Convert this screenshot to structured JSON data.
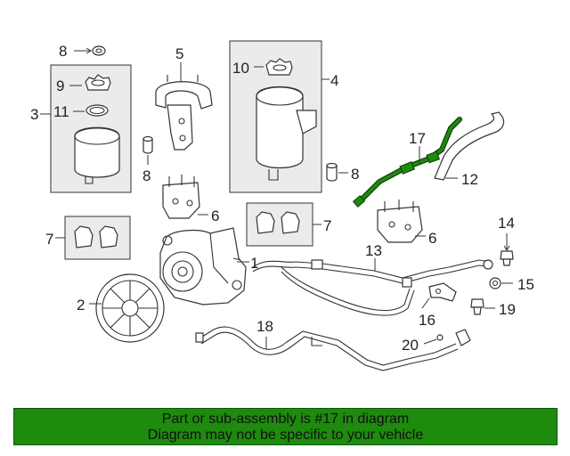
{
  "callouts": {
    "c1": "1",
    "c2": "2",
    "c3": "3",
    "c4": "4",
    "c5": "5",
    "c6a": "6",
    "c6b": "6",
    "c7a": "7",
    "c7b": "7",
    "c8a": "8",
    "c8b": "8",
    "c8c": "8",
    "c9": "9",
    "c10": "10",
    "c11": "11",
    "c12": "12",
    "c13": "13",
    "c14": "14",
    "c15": "15",
    "c16": "16",
    "c17": "17",
    "c18": "18",
    "c19": "19",
    "c20": "20"
  },
  "banner": {
    "line1": "Part or sub-assembly is #17 in diagram",
    "line2": "Diagram may not be specific to your vehicle",
    "background": "#1e8a0e"
  },
  "colors": {
    "highlight_part": "#1e8a0e",
    "group_box": "#ebebeb",
    "line_art": "#333333"
  }
}
